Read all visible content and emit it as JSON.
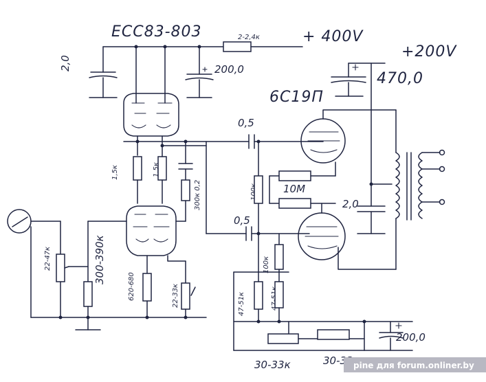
{
  "schematic": {
    "title": "ECC83-803",
    "supply_hv": "+ 400V",
    "supply_mid": "+200V",
    "tube_output": "6C19П",
    "cap_input_filter": "2,0",
    "cap_filter_200": "200,0",
    "cap_filter_470": "470,0",
    "res_feed": "2-2,4к",
    "res_plate_a": "1,5к",
    "res_plate_b": "1,5к",
    "cap_bypass": "300к 0,2",
    "cap_coupling_top": "0,5",
    "cap_coupling_bottom": "0,5",
    "res_grid_top": "100к",
    "res_grid_10m": "10M",
    "cap_output": "2,0",
    "res_grid_bottom": "100к",
    "pot_input": "22-47к",
    "res_input": "300-390к",
    "res_cathode_a": "620-680",
    "res_cathode_b": "22-33к",
    "res_lower_a": "47-51к",
    "res_lower_b": "47-51к",
    "cap_filter_bottom": "200,0",
    "res_bottom_a": "30-33к",
    "res_bottom_b": "30-33к",
    "res_bottom_c": "?",
    "watermark": "pine для forum.onliner.by"
  }
}
